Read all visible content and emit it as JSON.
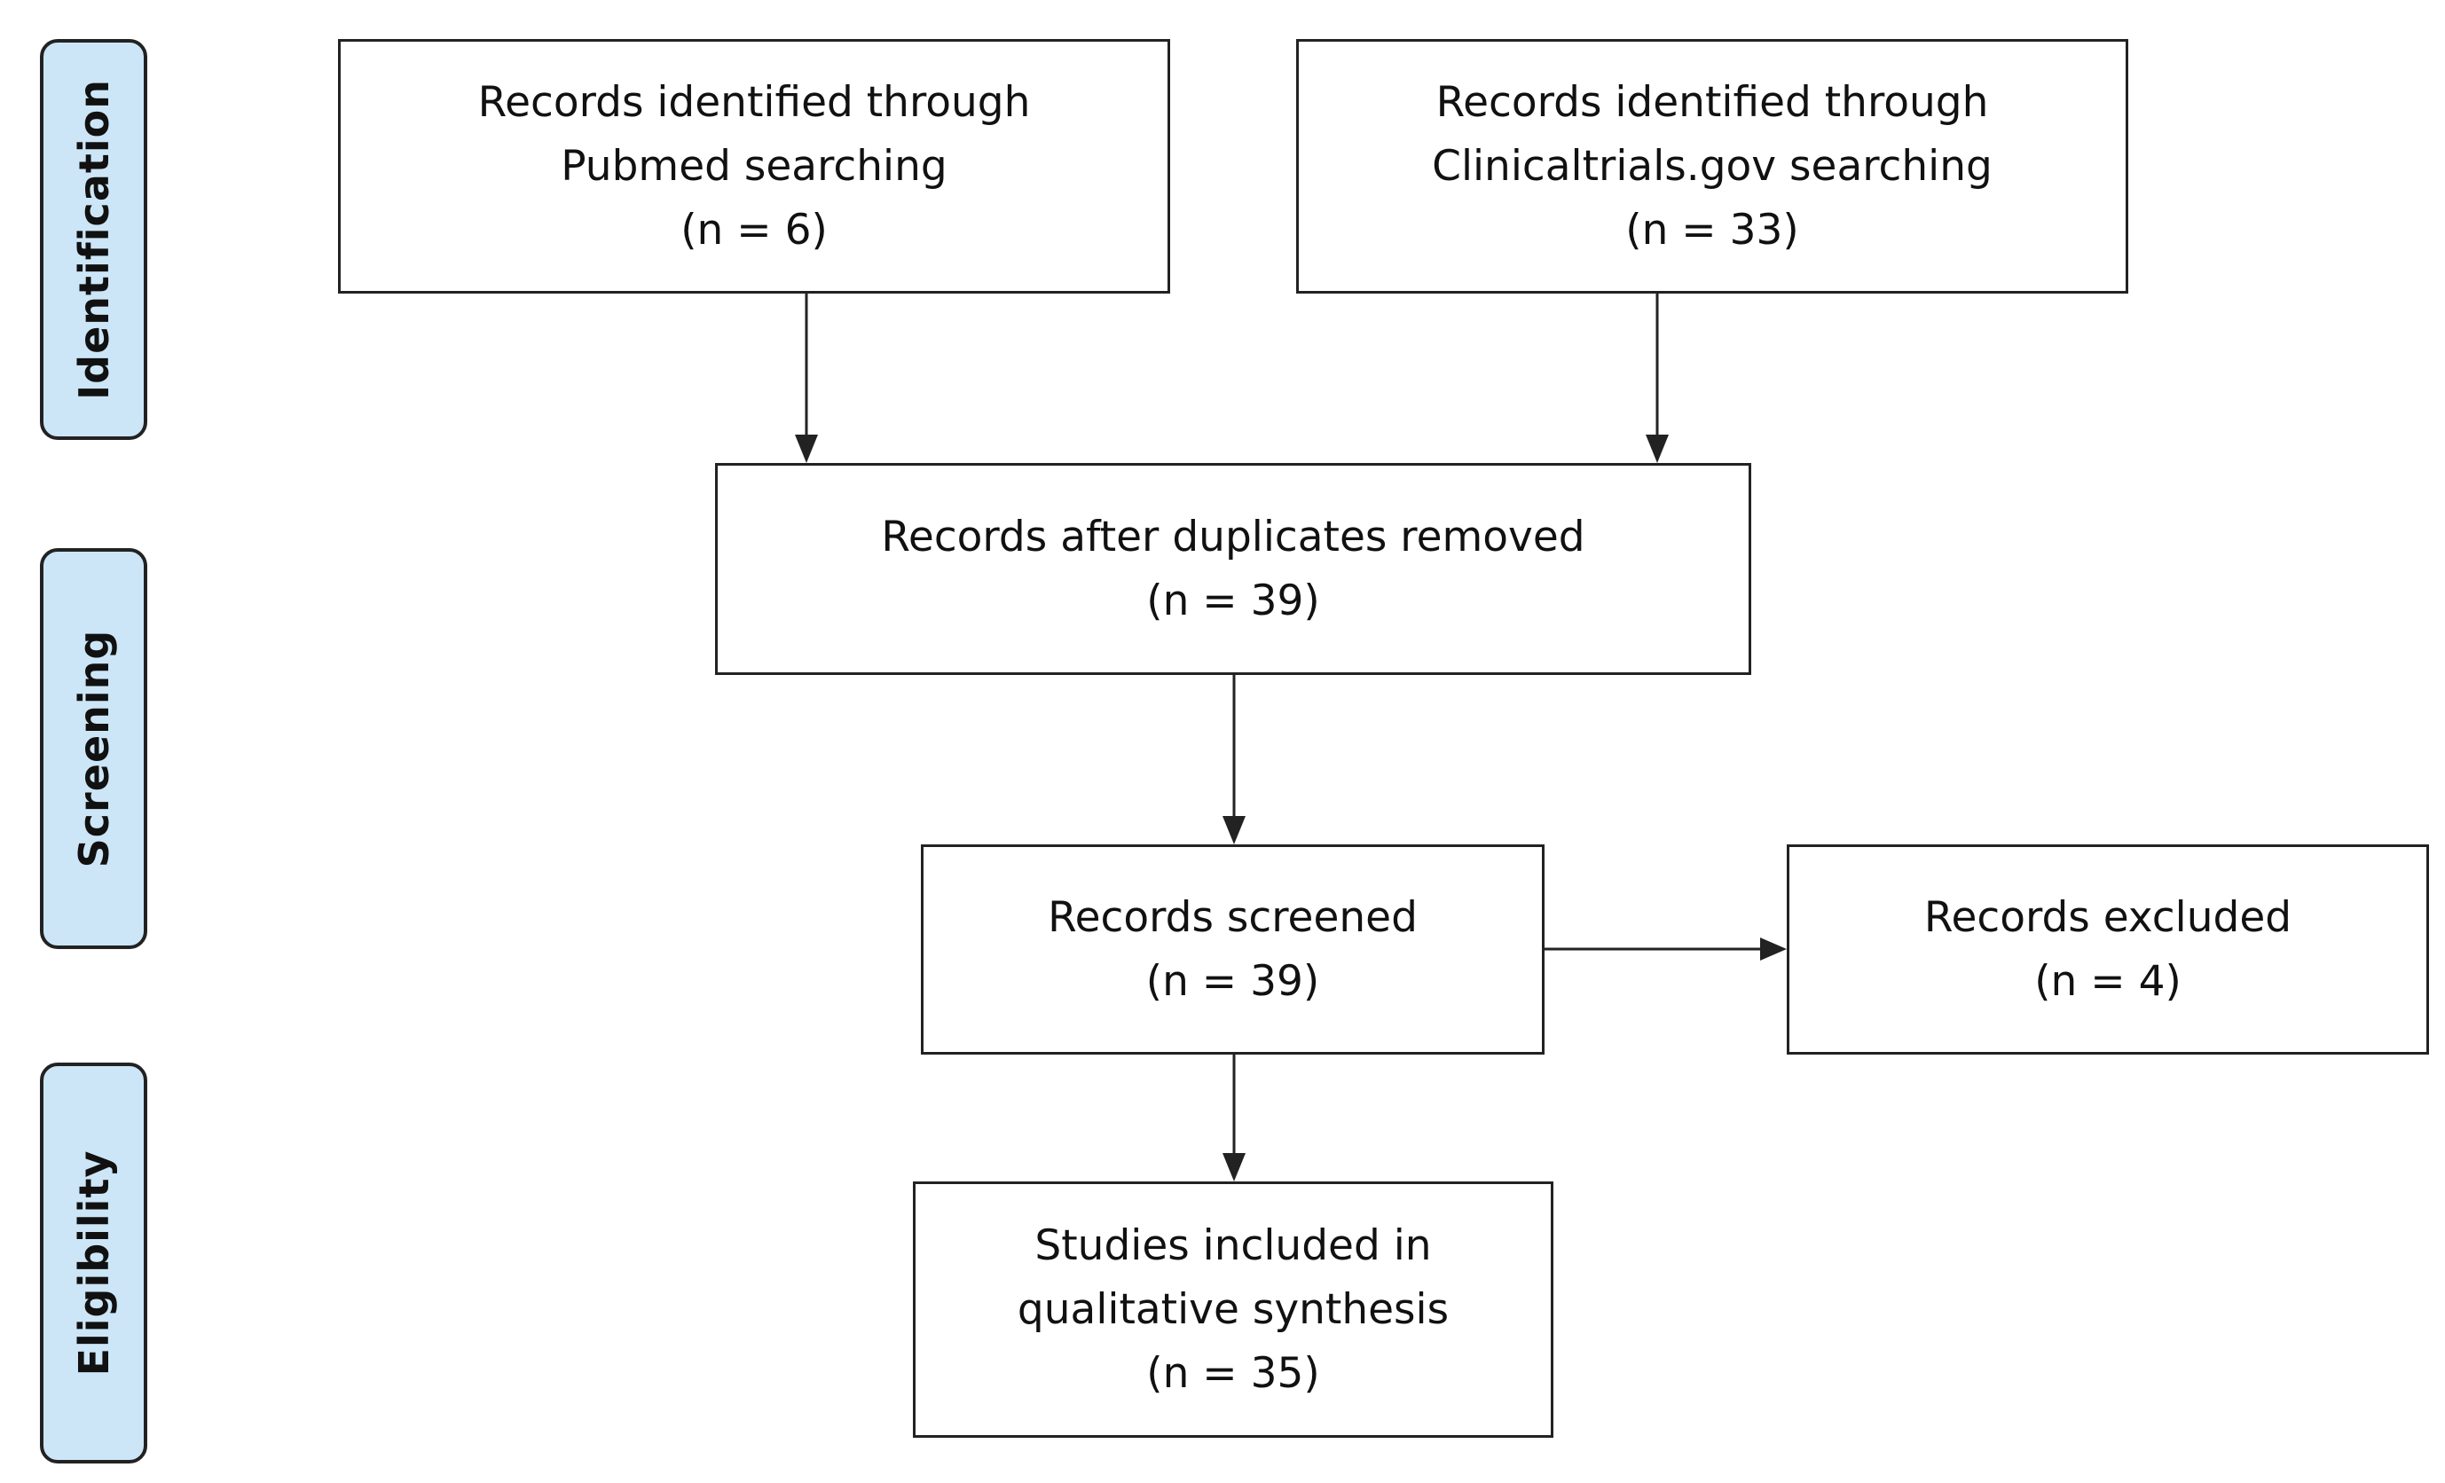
{
  "phases": {
    "identification": "Identification",
    "screening": "Screening",
    "eligibility": "Eligibility"
  },
  "boxes": {
    "pubmed": {
      "line1": "Records identified through",
      "line2": "Pubmed searching",
      "line3": "(n = 6)"
    },
    "clinicaltrials": {
      "line1": "Records identified through",
      "line2": "Clinicaltrials.gov searching",
      "line3": "(n = 33)"
    },
    "duplicates_removed": {
      "line1": "Records after duplicates removed",
      "line2": "(n = 39)"
    },
    "screened": {
      "line1": "Records screened",
      "line2": "(n = 39)"
    },
    "excluded": {
      "line1": "Records excluded",
      "line2": "(n = 4)"
    },
    "included": {
      "line1": "Studies included in",
      "line2": "qualitative synthesis",
      "line3": "(n = 35)"
    }
  },
  "colors": {
    "phase_fill": "#cce6f7",
    "stroke": "#222222"
  }
}
